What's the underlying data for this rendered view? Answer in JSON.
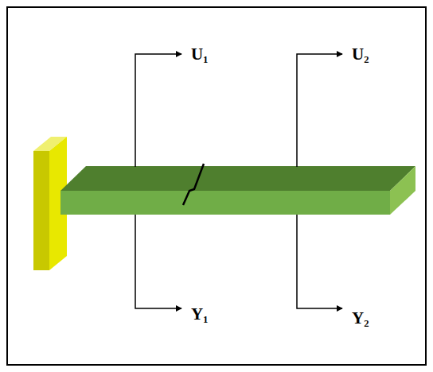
{
  "diagram": {
    "labels": [
      "U₁",
      "U₂",
      "Y₁",
      "Y₂"
    ]
  }
}
